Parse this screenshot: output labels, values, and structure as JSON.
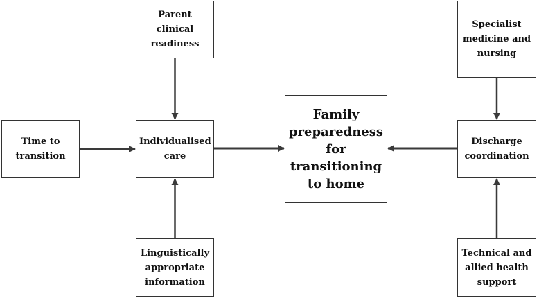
{
  "diagram": {
    "nodes": {
      "parent_clinical_readiness": "Parent clinical readiness",
      "individualised_care": "Individualised care",
      "linguistically_appropriate_information": "Linguistically appropriate information",
      "time_to_transition": "Time to transition",
      "family_preparedness": "Family preparedness for transitioning to home",
      "discharge_coordination": "Discharge coordination",
      "specialist_medicine_nursing": "Specialist medicine and nursing",
      "technical_allied_health": "Technical and allied health support"
    },
    "edges": [
      {
        "from": "Parent clinical readiness",
        "to": "Individualised care"
      },
      {
        "from": "Linguistically appropriate information",
        "to": "Individualised care"
      },
      {
        "from": "Time to transition",
        "to": "Individualised care"
      },
      {
        "from": "Individualised care",
        "to": "Family preparedness for transitioning to home"
      },
      {
        "from": "Discharge coordination",
        "to": "Family preparedness for transitioning to home"
      },
      {
        "from": "Specialist medicine and nursing",
        "to": "Discharge coordination"
      },
      {
        "from": "Technical and allied health support",
        "to": "Discharge coordination"
      }
    ],
    "colors": {
      "border": "#333333",
      "arrow": "#3a3a3a",
      "text": "#111111"
    }
  }
}
